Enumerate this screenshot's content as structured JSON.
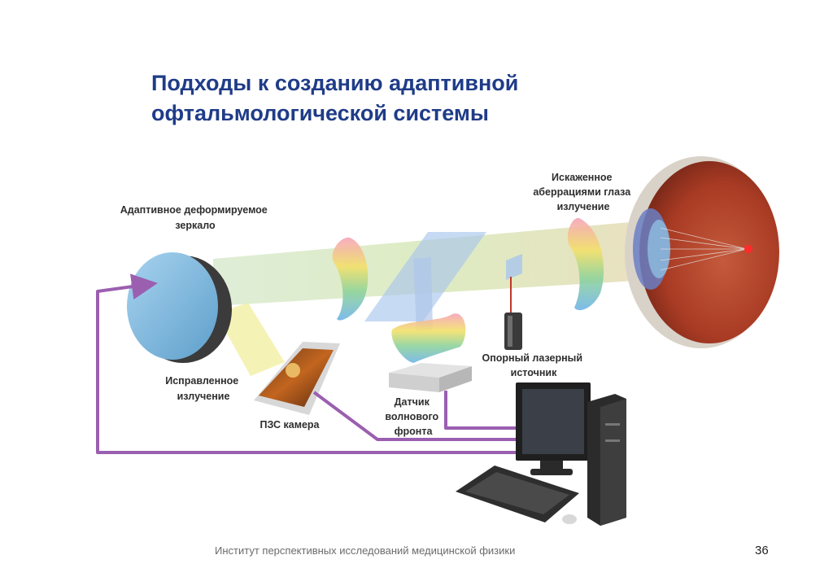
{
  "slide": {
    "title_line1": "Подходы к созданию адаптивной",
    "title_line2": "офтальмологической системы",
    "footer": "Институт перспективных исследований медицинской физики",
    "page_number": "36"
  },
  "diagram": {
    "labels": {
      "mirror_line1": "Адаптивное деформируемое",
      "mirror_line2": "зеркало",
      "distorted_line1": "Искаженное",
      "distorted_line2": "аберрациями глаза",
      "distorted_line3": "излучение",
      "laser_line1": "Опорный лазерный",
      "laser_line2": "источник",
      "corrected_line1": "Исправленное",
      "corrected_line2": "излучение",
      "ccd": "ПЗС камера",
      "sensor_line1": "Датчик",
      "sensor_line2": "волнового",
      "sensor_line3": "фронта"
    },
    "colors": {
      "title": "#1f3c88",
      "feedback_line": "#9b5fb0",
      "beam": "#cfe3b0",
      "mirror": "#7fb9dc",
      "eye": "#b5402a"
    }
  }
}
